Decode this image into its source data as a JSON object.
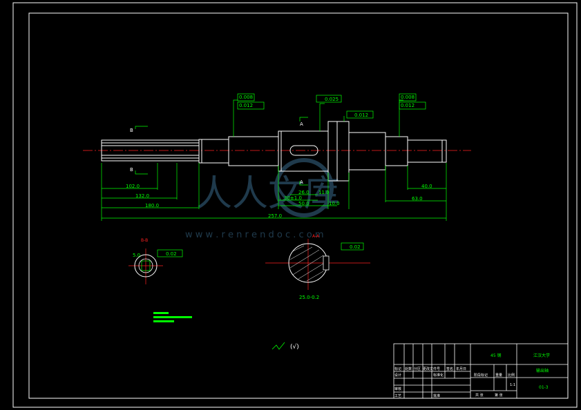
{
  "drawing": {
    "dimensions": {
      "d102": "102.0",
      "d132": "132.0",
      "d180": "180.0",
      "d257": "257.0",
      "d26": "26.0",
      "d11": "11.0",
      "d30": "30±1.0",
      "d50": "50.0",
      "d10": "10.0",
      "d40": "40.0",
      "d63": "63.0",
      "dkey": "5.0",
      "dsec": "25.0",
      "dsec2": "25.0-0.2"
    },
    "section_labels": {
      "b_left_top": "B",
      "b_left_bottom": "B",
      "a_top": "A",
      "a_bottom": "A",
      "bb": "B-B",
      "aa": "A-A"
    },
    "tolerance_frames": {
      "left_1": "0.008",
      "left_2": "0.012",
      "mid_top": "0.025",
      "mid_right": "0.012",
      "right_1": "0.008",
      "right_2": "0.012",
      "bb_frame": "0.02",
      "aa_frame": "0.02"
    },
    "surface_finish": "(√)",
    "watermark": {
      "logo_text": "人人文库",
      "url": "w w w . r e n r e n d o c . c o m"
    }
  },
  "title_block": {
    "material": "45 钢",
    "school": "江汉大学",
    "part_name": "输出轴",
    "drawing_no": "01-3",
    "scale": "1:1",
    "row_headers": [
      "标记",
      "处数",
      "分区",
      "更改文件号",
      "签名",
      "年月日"
    ],
    "left_labels": [
      "设计",
      "审核",
      "工艺"
    ],
    "mid_labels": [
      "标准化",
      "批准"
    ],
    "stage_labels": [
      "阶段标记",
      "重量",
      "比例"
    ],
    "footer_labels": [
      "共 张",
      "第 张"
    ]
  },
  "colors": {
    "outline": "#ffffff",
    "dimension": "#00ff00",
    "centerline": "#ff2020",
    "watermark": "#3a6a8a"
  }
}
